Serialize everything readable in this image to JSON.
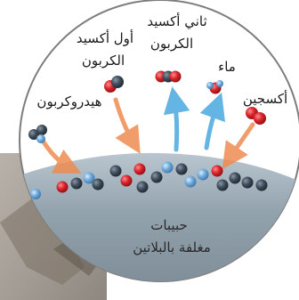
{
  "labels": {
    "hydrocarbon": "هيدروكربون",
    "co_line1": "أول أكسيد",
    "co_line2": "الكربون",
    "co2_line1": "ثاني أكسيد",
    "co2_line2": "الكربون",
    "water": "ماء",
    "oxygen": "أكسجين",
    "beads_line1": "حبيبات",
    "beads_line2": "مغلفة بالبلاتين"
  },
  "colors": {
    "carbon": "#3a4a5a",
    "oxygen": "#d8232a",
    "hydrogen": "#6fa9dc",
    "arrow_in": "#f0a070",
    "arrow_out": "#7cc0e8",
    "bead_surface": "#8a9aa6",
    "circle_bg": "#ffffff",
    "circle_border": "#7d7d7d"
  }
}
